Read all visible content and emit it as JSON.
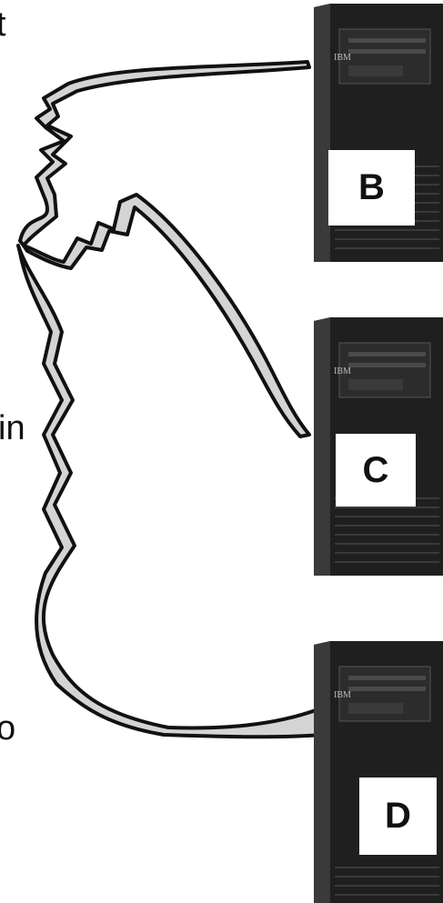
{
  "left_text_fragments": [
    "t",
    "in",
    "o"
  ],
  "servers": [
    {
      "label": "B",
      "brand": "IBM"
    },
    {
      "label": "C",
      "brand": "IBM"
    },
    {
      "label": "D",
      "brand": "IBM"
    }
  ],
  "colors": {
    "background": "#ffffff",
    "cable_fill": "#d4d4d4",
    "cable_stroke": "#111111",
    "tower_body": "#1f1f1f",
    "tower_side": "#3a3a3a"
  }
}
